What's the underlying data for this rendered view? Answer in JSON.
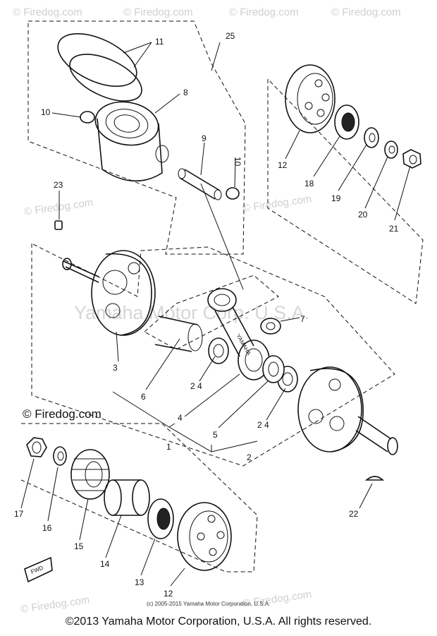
{
  "watermarks": {
    "site": "© Firedog.com",
    "brand_overlay": "Yamaha Motor Corp. U.S.A."
  },
  "copyright_small": "(c) 2005-2015 Yamaha Motor Corporation, U.S.A.",
  "footer_copyright": "©2013 Yamaha Motor Corporation, U.S.A. All rights reserved.",
  "callouts": {
    "c1": "1",
    "c2": "2",
    "c3": "3",
    "c4": "4",
    "c5": "5",
    "c6": "6",
    "c7": "7",
    "c8": "8",
    "c9": "9",
    "c10a": "10",
    "c10b": "10",
    "c11": "11",
    "c12a": "12",
    "c12b": "12",
    "c13": "13",
    "c14": "14",
    "c15": "15",
    "c16": "16",
    "c17": "17",
    "c18": "18",
    "c19": "19",
    "c20": "20",
    "c21": "21",
    "c22": "22",
    "c23": "23",
    "c24a": "2 4",
    "c24b": "2 4",
    "c25": "25"
  },
  "fwd_arrow_label": "FWD"
}
